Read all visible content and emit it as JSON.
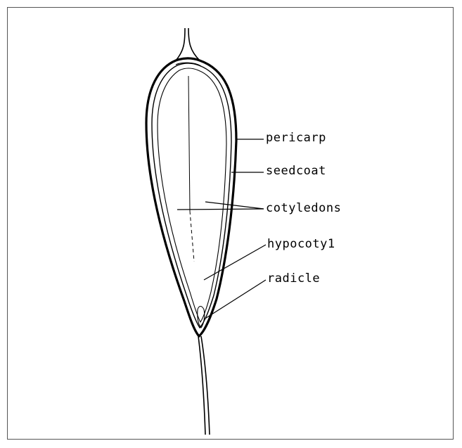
{
  "labels": {
    "pericarp": "pericarp",
    "seedcoat": "seedcoat",
    "cotyledons": "cotyledons",
    "hypocotyl": "hypocoty1",
    "radicle": "radicle"
  }
}
